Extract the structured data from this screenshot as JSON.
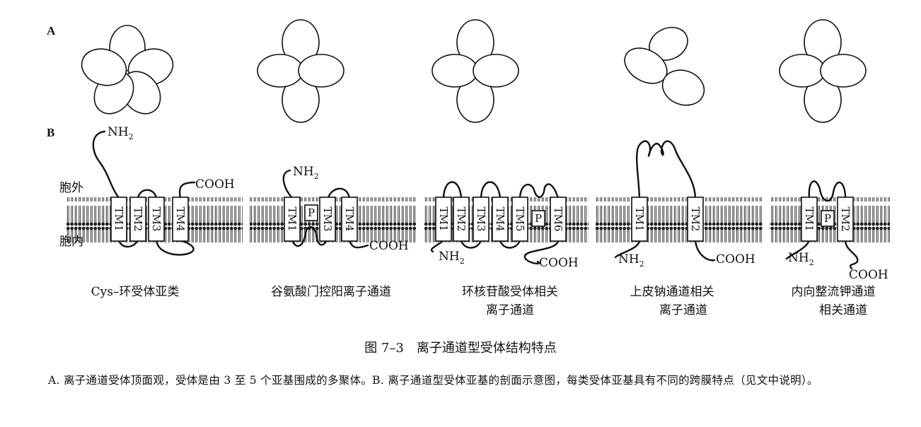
{
  "panels": {
    "a_label": "A",
    "b_label": "B"
  },
  "regions": {
    "extracellular": "胞外",
    "intracellular": "胞内"
  },
  "terminals": {
    "nh2": "NH",
    "nh2_sub": "2",
    "cooh": "COOH"
  },
  "receptor_classes": [
    {
      "line1": "Cys–环受体亚类",
      "line2": "",
      "tm": [
        "TM1",
        "TM2",
        "TM3",
        "TM4"
      ]
    },
    {
      "line1": "谷氨酸门控阳离子通道",
      "line2": "",
      "tm": [
        "TM1",
        "P",
        "TM3",
        "TM4"
      ]
    },
    {
      "line1": "环核苷酸受体相关",
      "line2": "离子通道",
      "tm": [
        "TM1",
        "TM2",
        "TM3",
        "TM4",
        "TM5",
        "P",
        "TM6"
      ]
    },
    {
      "line1": "上皮钠通道相关",
      "line2": "离子通道",
      "tm": [
        "TM1",
        "TM2"
      ]
    },
    {
      "line1": "内向整流钾通道",
      "line2": "相关通道",
      "tm": [
        "TM1",
        "P",
        "TM2"
      ]
    }
  ],
  "caption": {
    "title": "图 7–3　离子通道型受体结构特点",
    "body": "A. 离子通道受体顶面观，受体是由 3 至 5 个亚基围成的多聚体。B. 离子通道型受体亚基的剖面示意图，每类受体亚基具有不同的跨膜特点（见文中说明）。"
  }
}
